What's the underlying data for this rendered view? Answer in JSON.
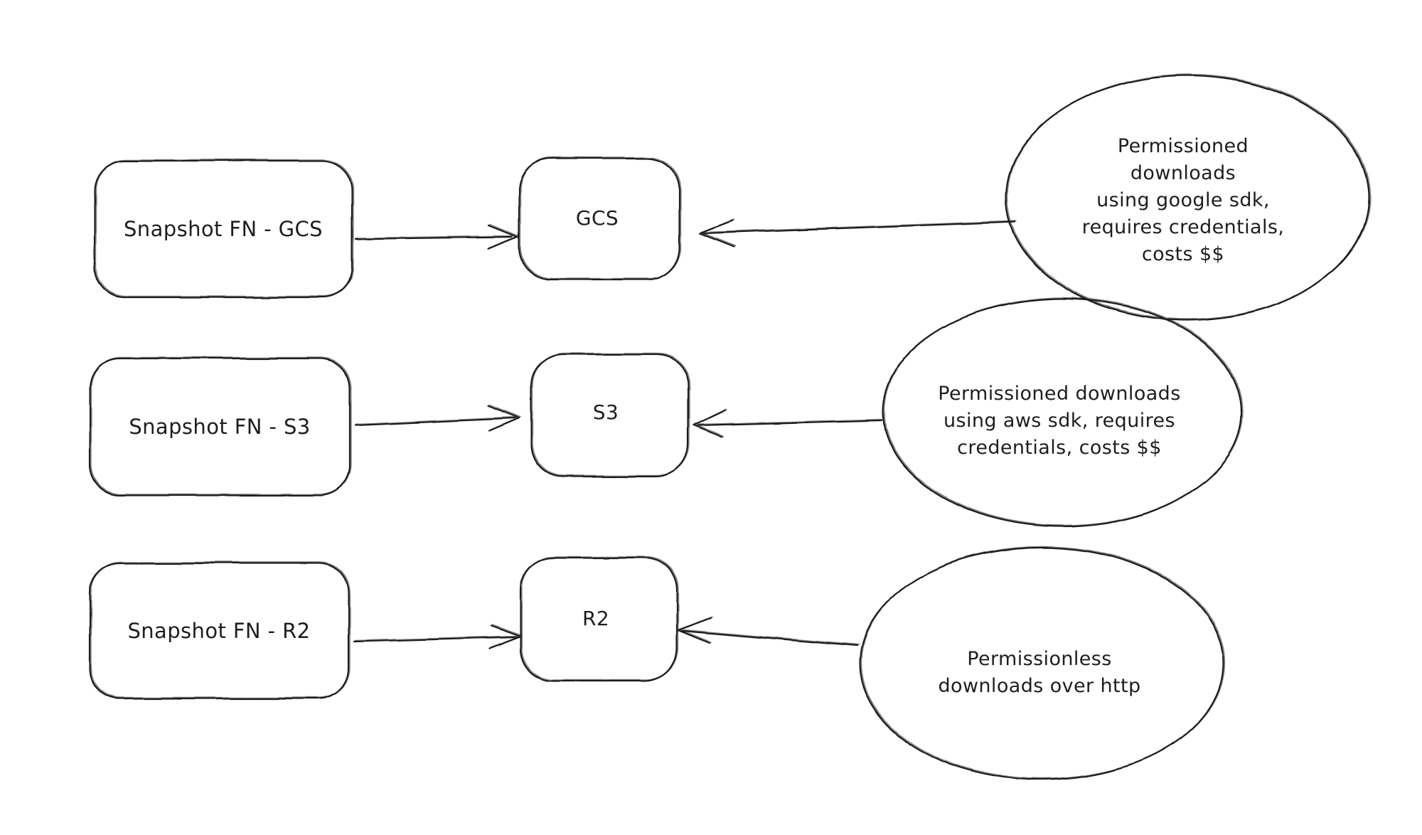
{
  "diagram": {
    "colors": {
      "stroke": "#1e1e1e",
      "background": "#ffffff"
    },
    "rows": [
      {
        "source_label": "Snapshot FN - GCS",
        "target_label": "GCS",
        "note_text": "Permissioned downloads\nusing google sdk,\nrequires credentials,\ncosts $$"
      },
      {
        "source_label": "Snapshot FN - S3",
        "target_label": "S3",
        "note_text": "Permissioned downloads\nusing aws sdk, requires\ncredentials, costs $$"
      },
      {
        "source_label": "Snapshot FN - R2",
        "target_label": "R2",
        "note_text": "Permissionless\ndownloads over http"
      }
    ]
  }
}
